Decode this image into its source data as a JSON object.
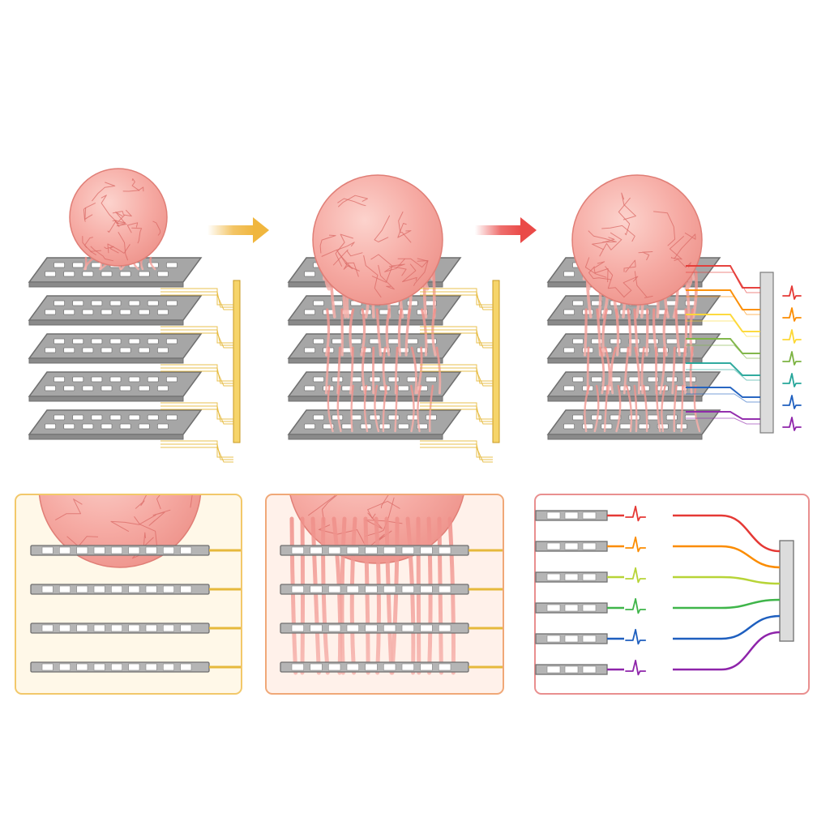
{
  "figure": {
    "stages": [
      {
        "id": "stage-1-attachment",
        "arrow_after": true
      },
      {
        "id": "stage-2-infiltration",
        "arrow_after": true
      },
      {
        "id": "stage-3-recording",
        "arrow_after": false
      }
    ],
    "layer_count": 5,
    "detail_rows": 4,
    "colors": {
      "organoid": "#f4a9a2",
      "organoid_edge": "#e07e76",
      "organoid_vein": "#d96a66",
      "mesh": "#a6a6a6",
      "mesh_edge": "#6f6f6f",
      "gold_wire": "#e6b93c",
      "arrow_1": "#f0b63e",
      "arrow_2": "#ea4a48",
      "panel_1_border": "#f2c86a",
      "panel_1_fill": "#fff8e8",
      "panel_2_border": "#f0a878",
      "panel_2_fill": "#fff1ea",
      "panel_3_border": "#e98f8f",
      "panel_3_fill": "#ffffff"
    },
    "channel_colors": [
      "#e53935",
      "#fb8c00",
      "#fdd835",
      "#7cb342",
      "#26a69a",
      "#1e5fbf",
      "#8e24aa"
    ],
    "detail_channel_colors": [
      "#e53935",
      "#fb8c00",
      "#b7d437",
      "#3fb54a",
      "#1e5fbf",
      "#8e24aa"
    ],
    "icons": {
      "arrow": "right-arrow-icon",
      "spike": "action-potential-spike-icon"
    }
  }
}
